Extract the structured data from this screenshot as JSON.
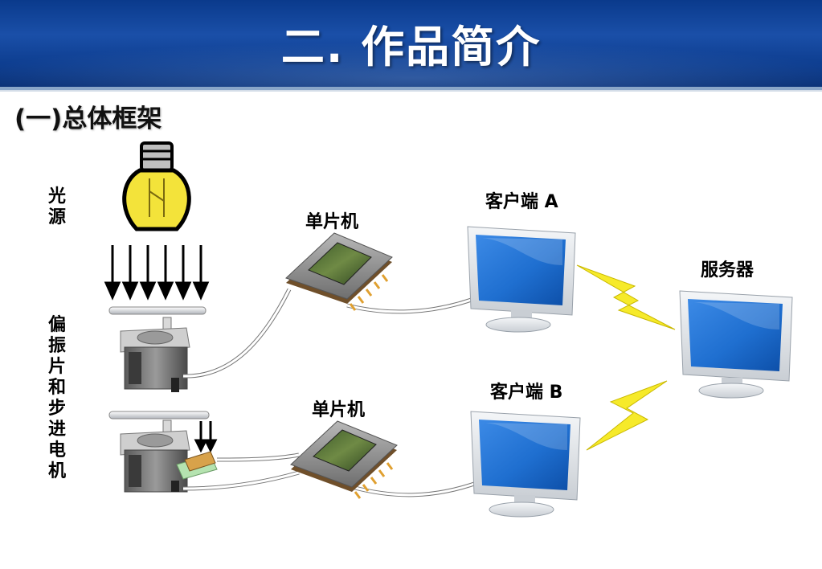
{
  "header": {
    "title": "二. 作品简介"
  },
  "section": {
    "title": "(一)总体框架"
  },
  "labels": {
    "light_source": "光源",
    "polarizer_motor": "偏振片和步进电机",
    "mcu_top": "单片机",
    "mcu_bottom": "单片机",
    "client_a": "客户端 A",
    "client_b": "客户端 B",
    "server": "服务器"
  },
  "colors": {
    "banner": "#0d3d8f",
    "bulb": "#f3e33a",
    "monitor_screen": "#1f6fd0",
    "lightning": "#f6ea2a"
  }
}
